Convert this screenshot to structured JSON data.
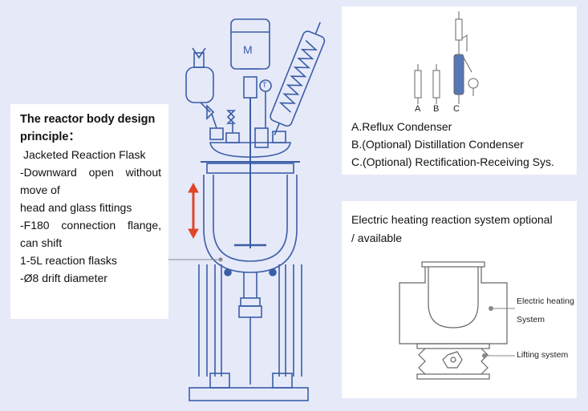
{
  "design": {
    "title_line1": "The reactor body design",
    "title_line2": "principle：",
    "items": [
      "Jacketed Reaction Flask",
      "-Downward open without",
      "move of",
      "head and glass fittings",
      "-F180 connection flange,",
      "can shift",
      "1-5L reaction flasks",
      "-Ø8 drift diameter"
    ]
  },
  "reactor": {
    "motor_label": "M",
    "thermo_label": "T"
  },
  "condensers": {
    "labels": [
      "A",
      "B",
      "C"
    ],
    "lines": [
      "A.Reflux Condenser",
      "B.(Optional) Distillation  Condenser",
      "C.(Optional) Rectification-Receiving Sys."
    ]
  },
  "heating": {
    "header_line1": "Electric heating reaction system optional",
    "header_line2": "/ available",
    "callout_heating_1": "Electric heating",
    "callout_heating_2": "System",
    "callout_lifting": "Lifting system"
  },
  "colors": {
    "line": "#3a5ea8",
    "arrow": "#e0452a",
    "background": "#e6e9f8"
  }
}
